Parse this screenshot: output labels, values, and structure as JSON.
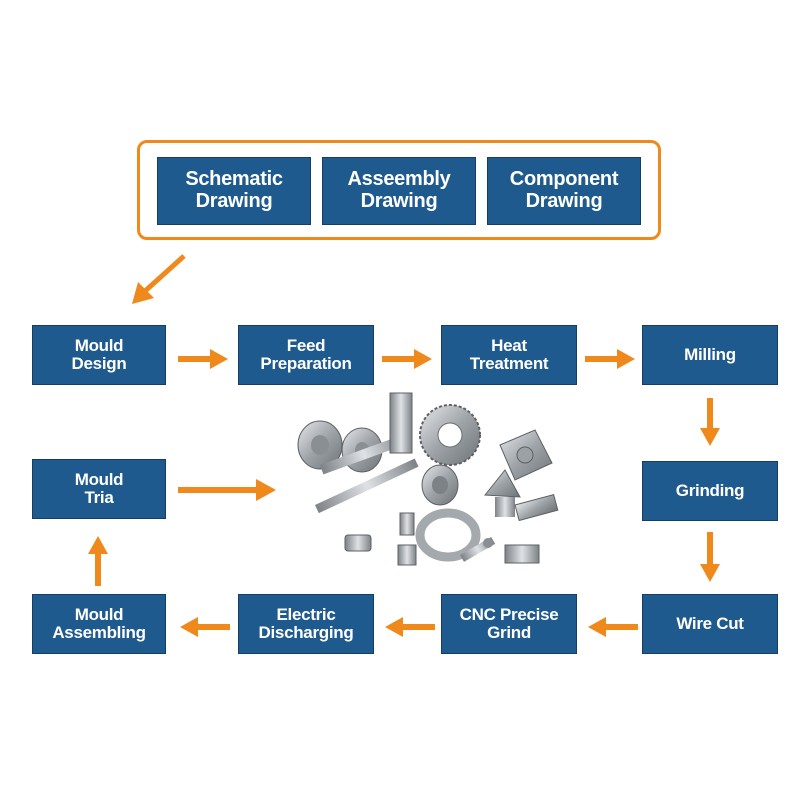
{
  "drawings": [
    {
      "line1": "Schematic",
      "line2": "Drawing"
    },
    {
      "line1": "Asseembly",
      "line2": "Drawing"
    },
    {
      "line1": "Component",
      "line2": "Drawing"
    }
  ],
  "steps": {
    "mould_design": {
      "line1": "Mould",
      "line2": "Design"
    },
    "feed_preparation": {
      "line1": "Feed",
      "line2": "Preparation"
    },
    "heat_treatment": {
      "line1": "Heat",
      "line2": "Treatment"
    },
    "milling": {
      "line1": "Milling"
    },
    "grinding": {
      "line1": "Grinding"
    },
    "wire_cut": {
      "line1": "Wire Cut"
    },
    "cnc_precise_grind": {
      "line1": "CNC Precise",
      "line2": "Grind"
    },
    "electric_discharging": {
      "line1": "Electric",
      "line2": "Discharging"
    },
    "mould_assembling": {
      "line1": "Mould",
      "line2": "Assembling"
    },
    "mould_tria": {
      "line1": "Mould",
      "line2": "Tria"
    }
  },
  "colors": {
    "box_fill": "#1f5a8e",
    "arrow": "#f0891c",
    "frame": "#f0891c",
    "text": "#ffffff"
  },
  "icons": {
    "arrows": "arrow-icon",
    "center_image": "machined-metal-parts-photo"
  }
}
